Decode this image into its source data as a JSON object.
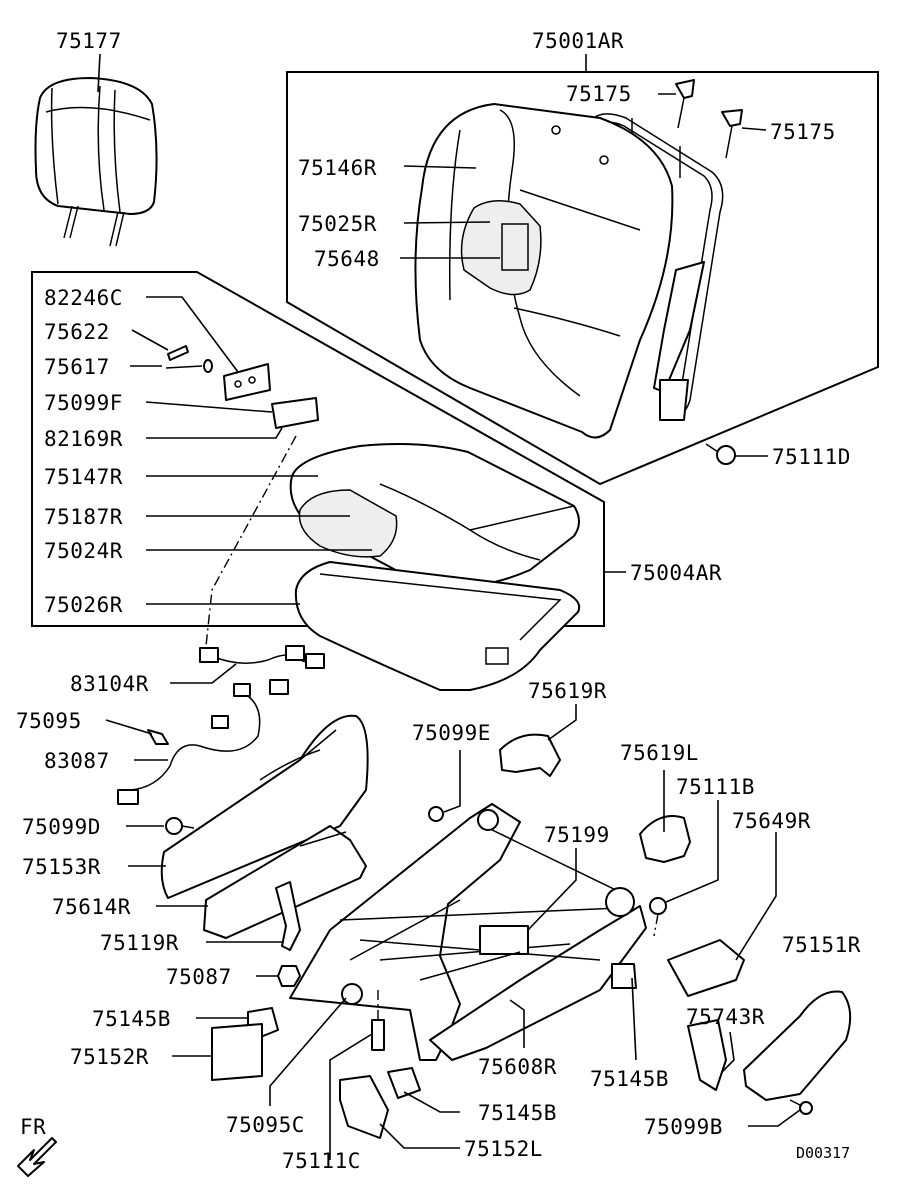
{
  "diagram": {
    "code": "D00317",
    "direction_label": "FR",
    "labels": {
      "l75177": "75177",
      "l75001AR": "75001AR",
      "l75175a": "75175",
      "l75175b": "75175",
      "l75146R": "75146R",
      "l75025R": "75025R",
      "l75648": "75648",
      "l82246C": "82246C",
      "l75622": "75622",
      "l75617": "75617",
      "l75099F": "75099F",
      "l82169R": "82169R",
      "l75147R": "75147R",
      "l75187R": "75187R",
      "l75024R": "75024R",
      "l75004AR": "75004AR",
      "l75026R": "75026R",
      "l75111D": "75111D",
      "l83104R": "83104R",
      "l75619Ra": "75619R",
      "l75095": "75095",
      "l75099E": "75099E",
      "l75619L": "75619L",
      "l83087": "83087",
      "l75111B": "75111B",
      "l75199": "75199",
      "l75649R": "75649R",
      "l75099D": "75099D",
      "l75153R": "75153R",
      "l75614R": "75614R",
      "l75119R": "75119R",
      "l75151R": "75151R",
      "l75087": "75087",
      "l75145Ba": "75145B",
      "l75743R": "75743R",
      "l75152R": "75152R",
      "l75608R": "75608R",
      "l75145Bb": "75145B",
      "l75095C": "75095C",
      "l75145Bc": "75145B",
      "l75099B": "75099B",
      "l75111C": "75111C",
      "l75152L": "75152L"
    }
  }
}
